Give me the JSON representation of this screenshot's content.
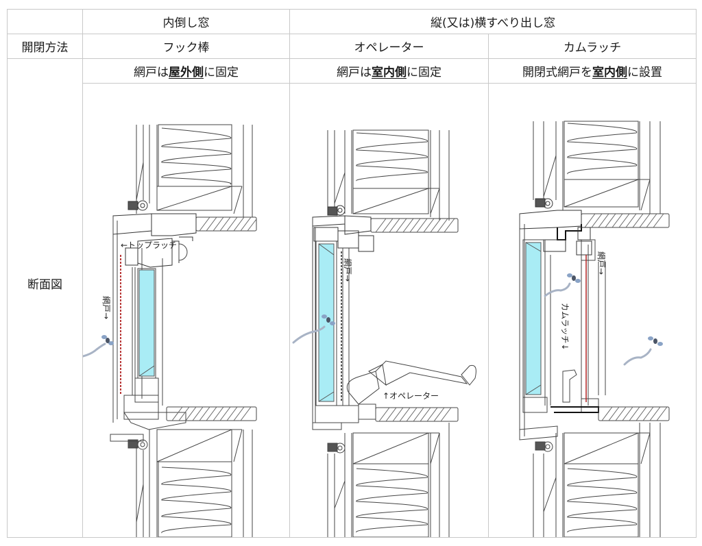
{
  "table": {
    "header_row": {
      "col1_group": "内倒し窓",
      "col23_group": "縦(又は)横すべり出し窓"
    },
    "open_method_row": {
      "label": "開閉方法",
      "values": [
        "フック棒",
        "オペレーター",
        "カムラッチ"
      ]
    },
    "screen_row": {
      "values": [
        {
          "pre": "網戸は",
          "emph": "屋外側",
          "post": "に固定"
        },
        {
          "pre": "網戸は",
          "emph": "室内側",
          "post": "に固定"
        },
        {
          "pre": "開閉式網戸を",
          "emph": "室内側",
          "post": "に設置"
        }
      ]
    },
    "section_row": {
      "label": "断面図"
    }
  },
  "diagrams": [
    {
      "screen_label": "網戸→",
      "callout": "←トップラッチ"
    },
    {
      "screen_label": "網戸→",
      "callout": "↑オペレーター"
    },
    {
      "screen_label": "網戸→",
      "callout": "カムラッチ↓"
    }
  ],
  "colors": {
    "grid": "#c8c8c8",
    "glass": "#a9ecf5",
    "screen_red": "#b02020",
    "line": "#333333",
    "insect": "#7f8fa8"
  }
}
